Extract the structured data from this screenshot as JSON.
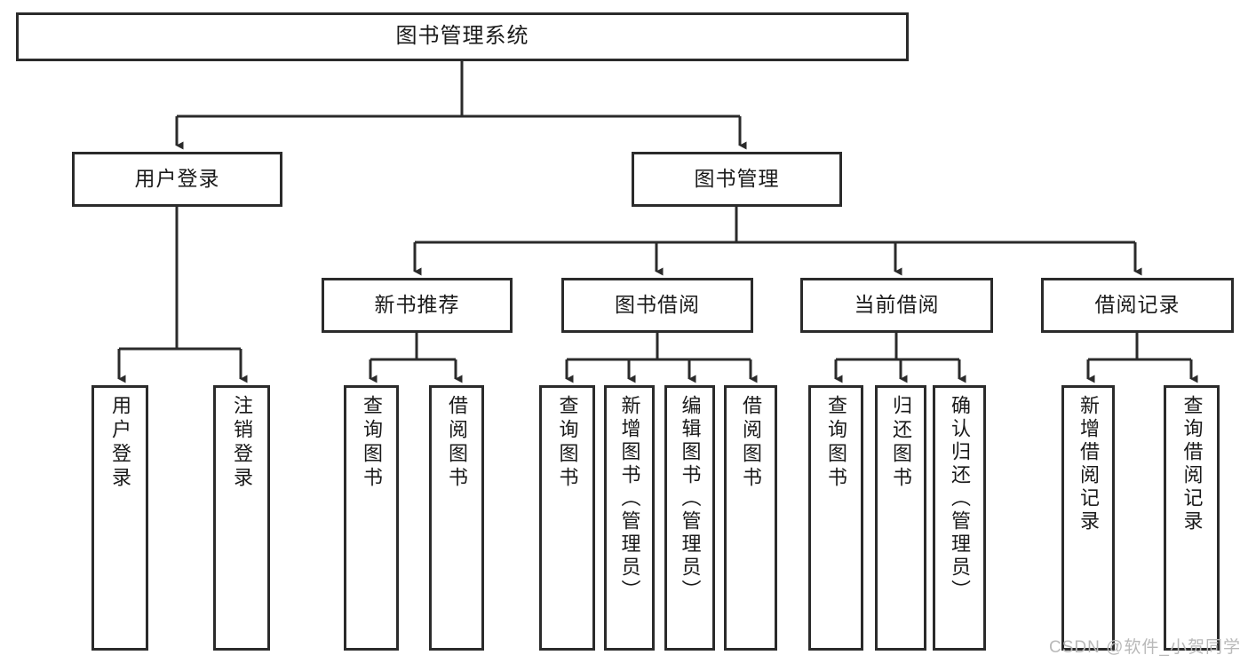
{
  "diagram": {
    "type": "tree",
    "title": "图书管理系统",
    "root": {
      "label": "图书管理系统"
    },
    "level1": [
      {
        "label": "用户登录"
      },
      {
        "label": "图书管理"
      }
    ],
    "level2": [
      {
        "label": "新书推荐"
      },
      {
        "label": "图书借阅"
      },
      {
        "label": "当前借阅"
      },
      {
        "label": "借阅记录"
      }
    ],
    "leaves": {
      "user_login": [
        {
          "label": "用户登录"
        },
        {
          "label": "注销登录"
        }
      ],
      "new_book_recommend": [
        {
          "label": "查询图书"
        },
        {
          "label": "借阅图书"
        }
      ],
      "book_borrow": [
        {
          "label": "查询图书"
        },
        {
          "label": "新增图书（管理员）"
        },
        {
          "label": "编辑图书（管理员）"
        },
        {
          "label": "借阅图书"
        }
      ],
      "current_borrow": [
        {
          "label": "查询图书"
        },
        {
          "label": "归还图书"
        },
        {
          "label": "确认归还（管理员）"
        }
      ],
      "borrow_record": [
        {
          "label": "新增借阅记录"
        },
        {
          "label": "查询借阅记录"
        }
      ]
    }
  },
  "watermark": {
    "text": "CSDN @软件_小贺同学"
  },
  "colors": {
    "stroke": "#2b2b2b",
    "fill": "#ffffff",
    "text": "#1a1a1a",
    "watermark": "#b9b9b9"
  }
}
